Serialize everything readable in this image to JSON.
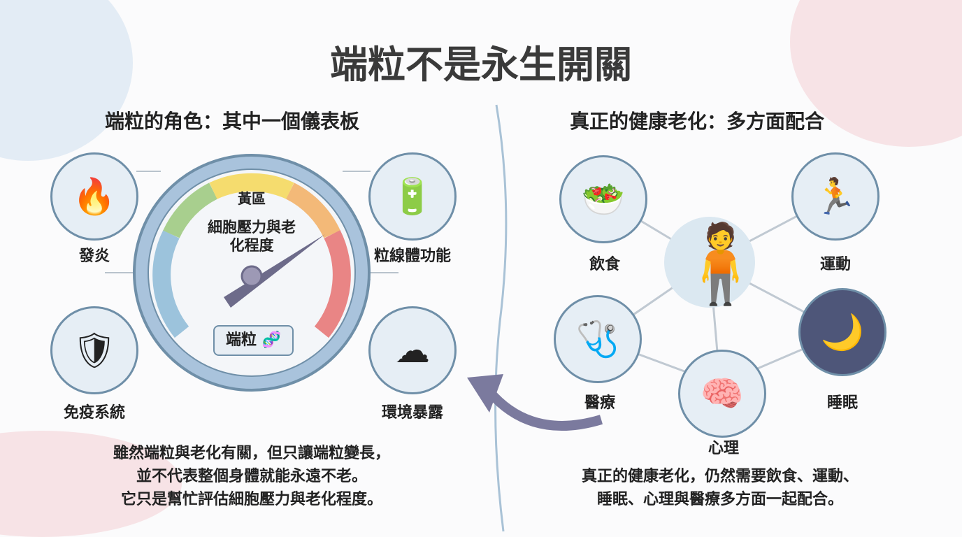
{
  "title": "端粒不是永生開關",
  "left": {
    "heading": "端粒的角色：其中一個儀表板",
    "gauge": {
      "zone_label": "黃區",
      "center_label": "細胞壓力與老化程度",
      "badge": "端粒"
    },
    "mini_gauges": [
      {
        "label": "發炎",
        "icon": "fire-icon"
      },
      {
        "label": "粒線體功能",
        "icon": "battery-icon"
      },
      {
        "label": "免疫系統",
        "icon": "shield-icon"
      },
      {
        "label": "環境暴露",
        "icon": "cloud-icon"
      }
    ],
    "paragraph": [
      "雖然端粒與老化有關，但只讓端粒變長，",
      "並不代表整個身體就能永遠不老。",
      "它只是幫忙評估細胞壓力與老化程度。"
    ]
  },
  "right": {
    "heading": "真正的健康老化：多方面配合",
    "factors": [
      {
        "label": "飲食",
        "icon": "food-icon"
      },
      {
        "label": "運動",
        "icon": "running-icon"
      },
      {
        "label": "醫療",
        "icon": "stethoscope-icon"
      },
      {
        "label": "睡眠",
        "icon": "moon-icon"
      },
      {
        "label": "心理",
        "icon": "brain-icon"
      }
    ],
    "paragraph": [
      "真正的健康老化，仍然需要飲食、運動、",
      "睡眠、心理與醫療多方面一起配合。"
    ]
  },
  "colors": {
    "frame": "#6f8fa8",
    "blue": "#9cc3dc",
    "green": "#a8cf8e",
    "yellow": "#f5dc6e",
    "orange": "#f3b978",
    "red": "#e98585",
    "arrow": "#7b7a9e"
  }
}
